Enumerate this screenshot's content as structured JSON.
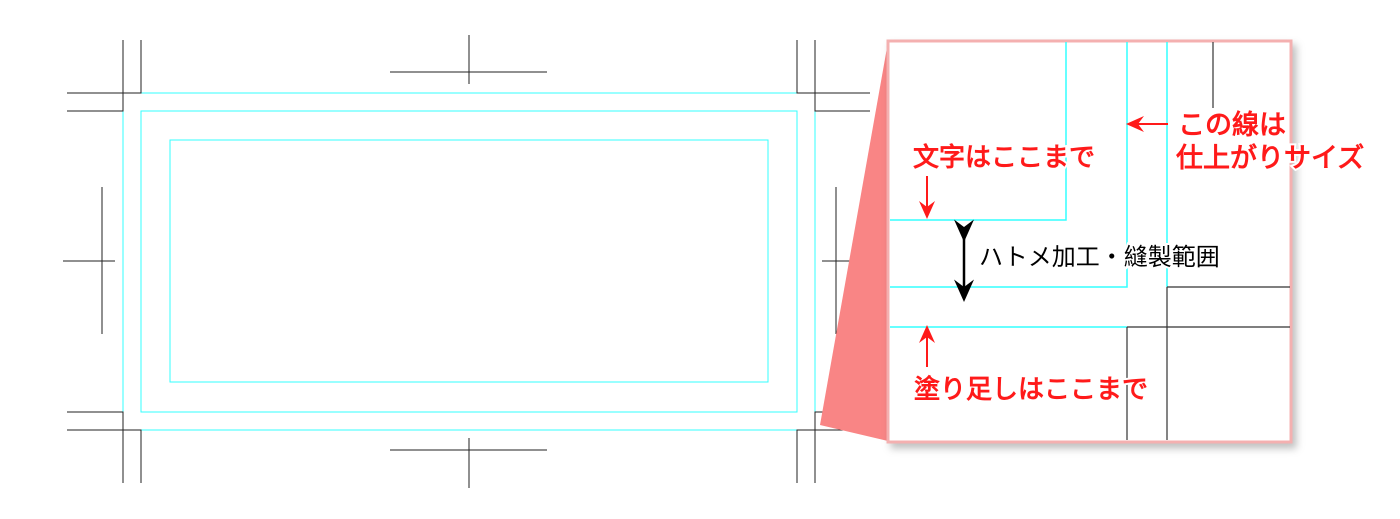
{
  "labels": {
    "text_limit": "文字はここまで",
    "trim_line_1": "この線は",
    "trim_line_2": "仕上がりサイズ",
    "eyelet_sewing_area": "ハトメ加工・縫製範囲",
    "bleed_limit": "塗り足しはここまで"
  },
  "colors": {
    "guide": "#33ffff",
    "annotation": "#ff1a1a",
    "crop_mark": "#222222",
    "zoom_frame": "#f4b0b0",
    "zoom_wedge": "#f98585"
  }
}
